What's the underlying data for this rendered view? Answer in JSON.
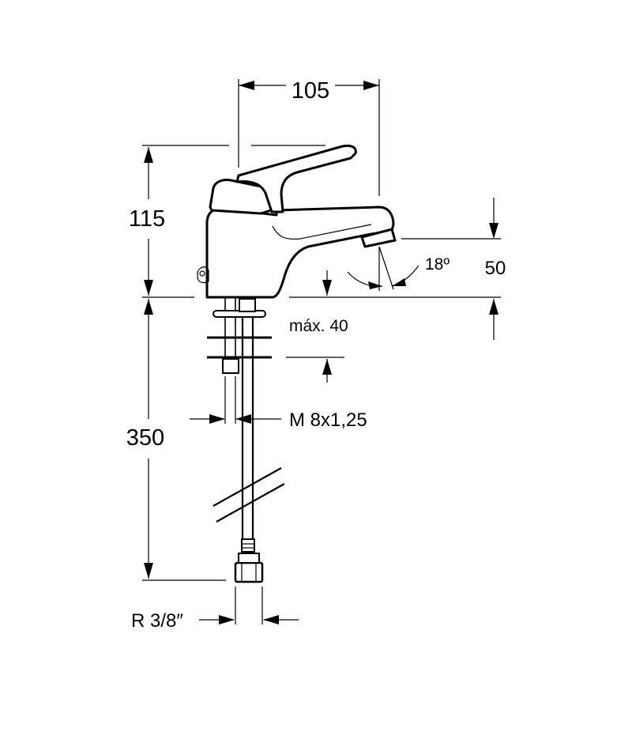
{
  "dimensions": {
    "width_top": "105",
    "height_handle": "115",
    "spout_height": "50",
    "spout_angle": "18º",
    "max_thickness": "máx. 40",
    "thread": "M 8x1,25",
    "hose_length": "350",
    "connection": "R 3/8″"
  }
}
